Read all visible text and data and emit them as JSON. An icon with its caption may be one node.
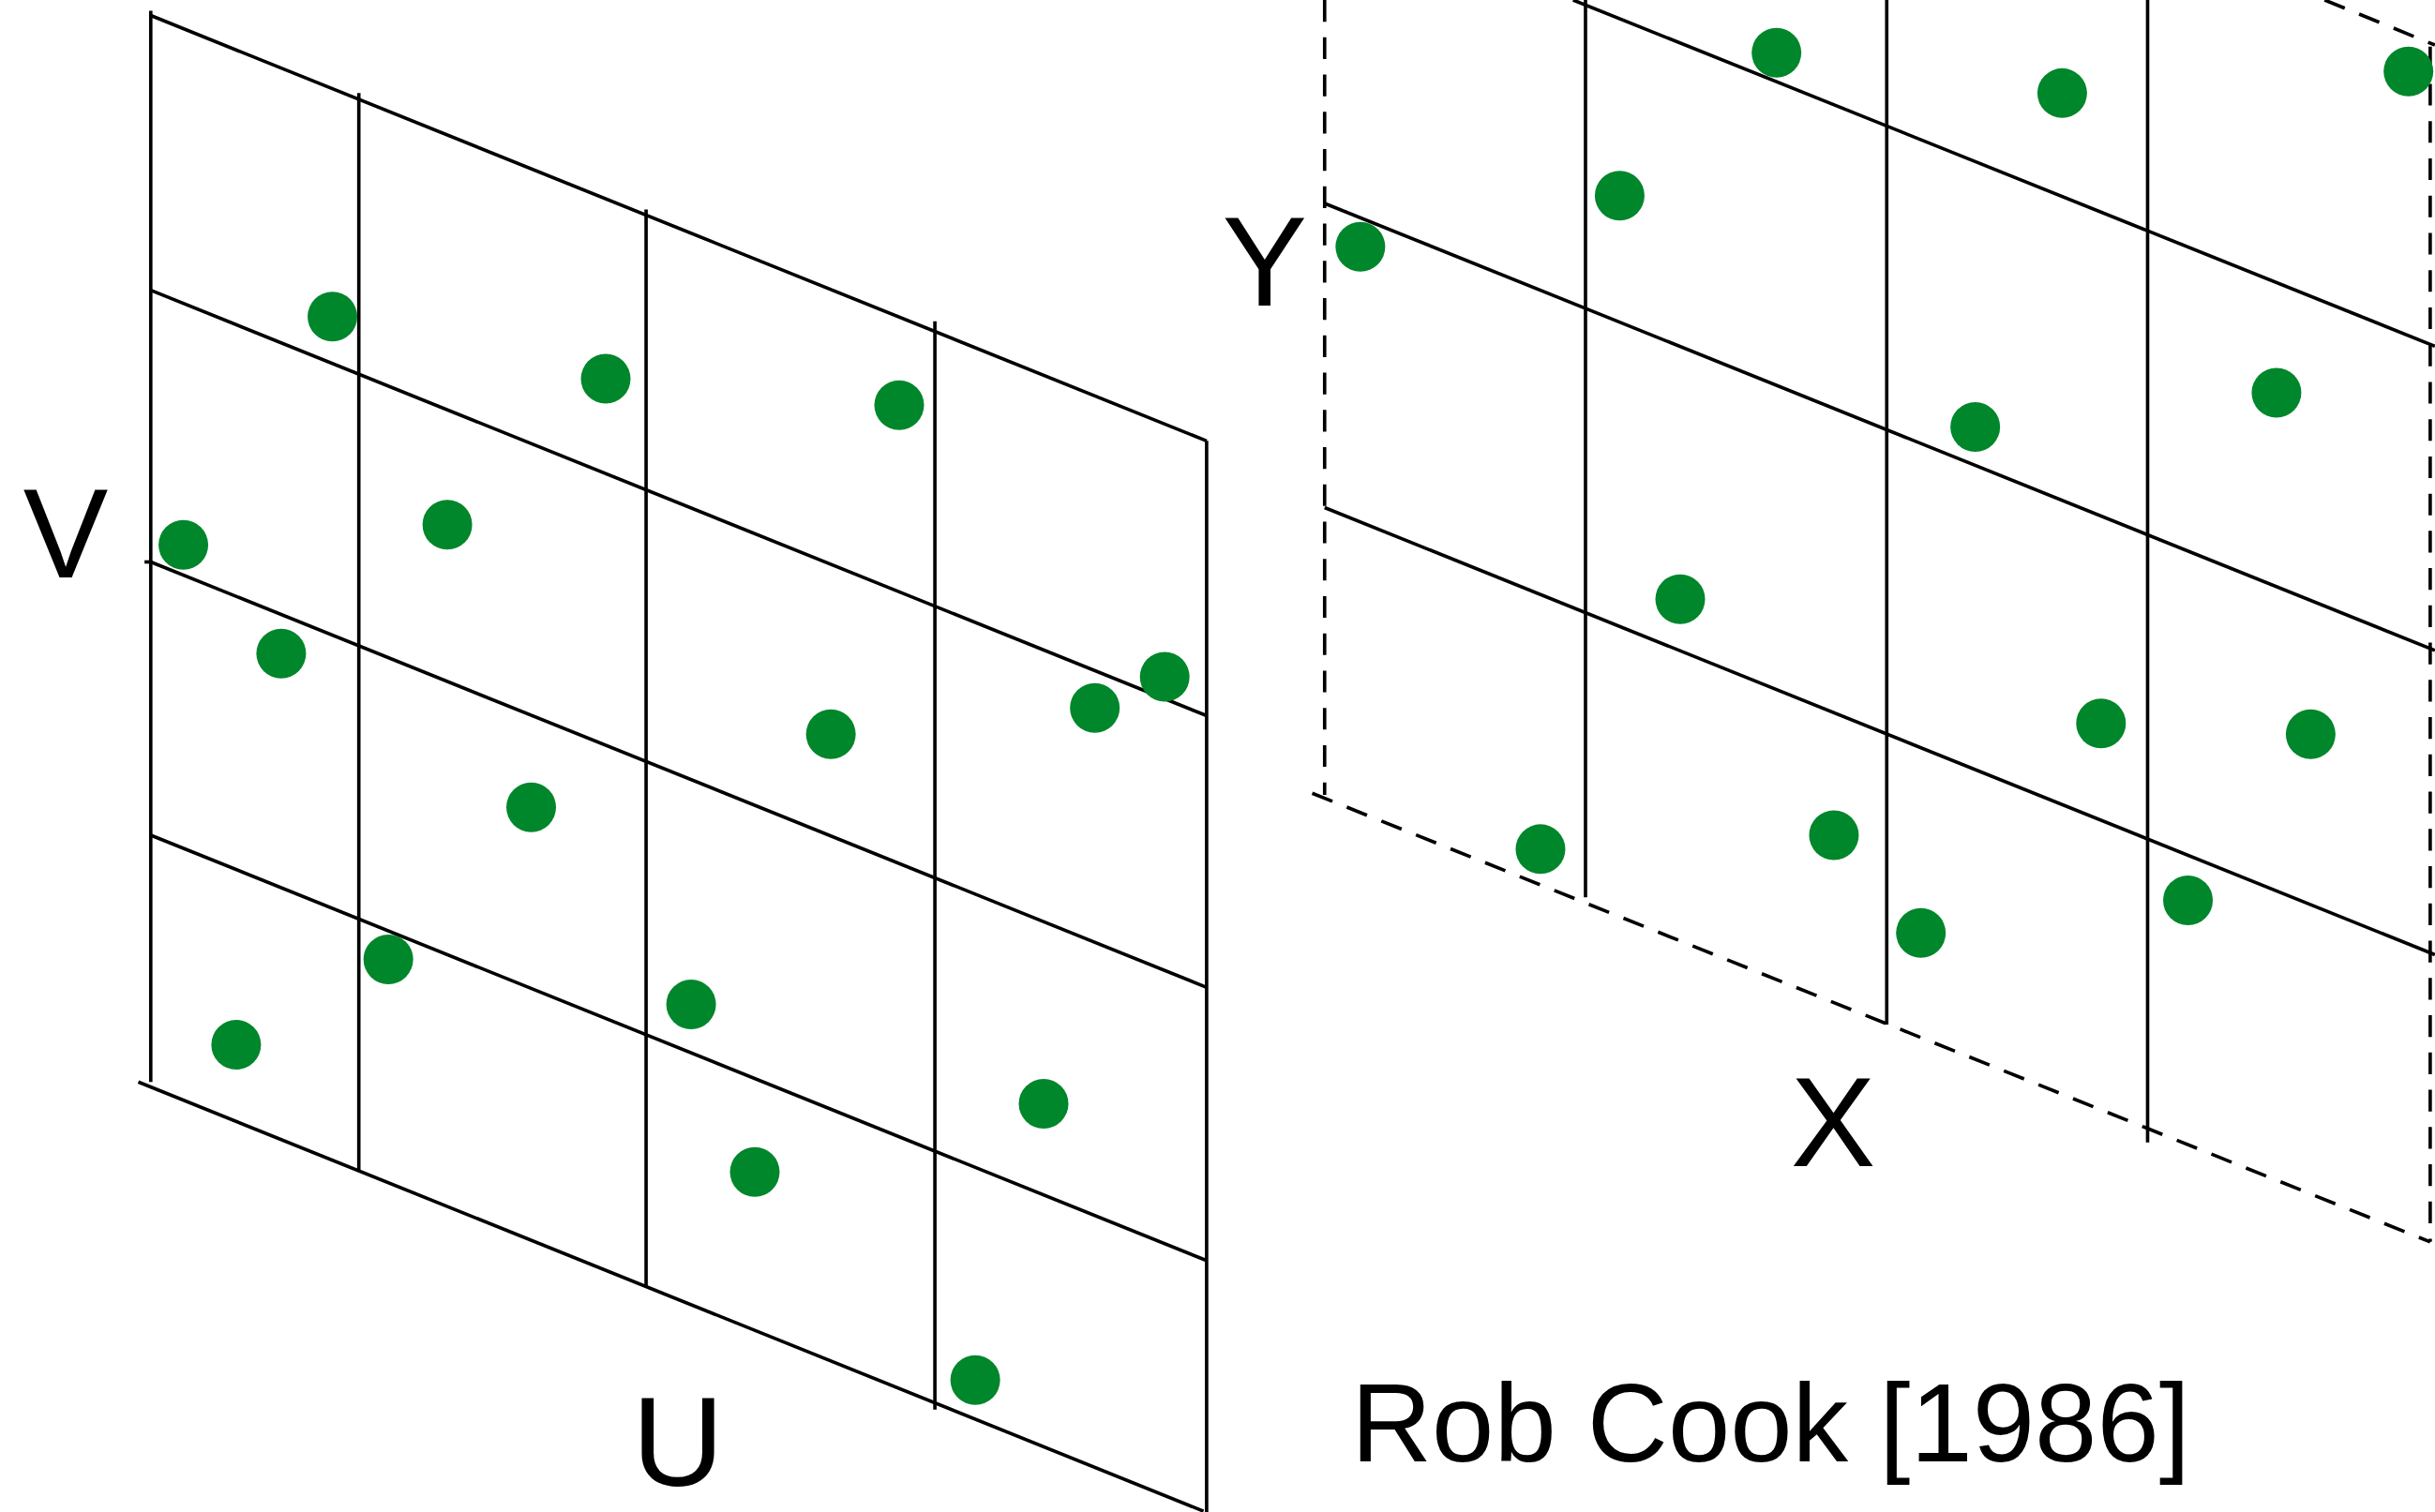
{
  "diagram": {
    "labels": [
      "Y",
      "V",
      "X",
      "U",
      "Rob Cook [1986]"
    ]
  }
}
